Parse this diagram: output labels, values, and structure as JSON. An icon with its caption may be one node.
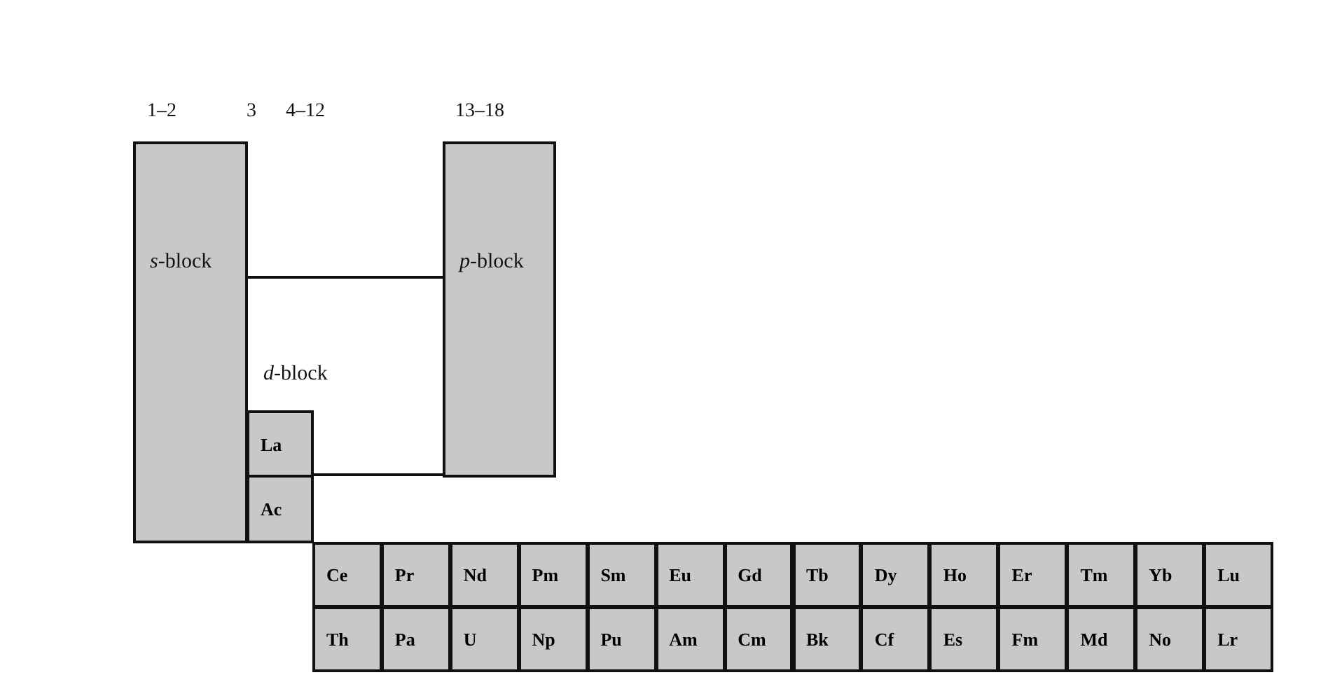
{
  "diagram": {
    "nodes": [
      {
        "text": [
          "*s*-block"
        ]
      },
      {
        "text": [
          "*p*-block"
        ]
      },
      {
        "text": [
          "*d*-block"
        ]
      },
      {
        "text": [
          "La"
        ],
        "in": 2
      },
      {
        "text": [
          "Ac"
        ]
      },
      {
        "text": [
          "Ce"
        ]
      },
      {
        "text": [
          "Pr"
        ]
      },
      {
        "text": [
          "Nd"
        ]
      },
      {
        "text": [
          "Pm"
        ]
      },
      {
        "text": [
          "Sm"
        ]
      },
      {
        "text": [
          "Eu"
        ]
      },
      {
        "text": [
          "Gd"
        ]
      },
      {
        "text": [
          "Tb"
        ]
      },
      {
        "text": [
          "Dy"
        ]
      },
      {
        "text": [
          "Ho"
        ]
      },
      {
        "text": [
          "Er"
        ]
      },
      {
        "text": [
          "Tm"
        ]
      },
      {
        "text": [
          "Yb"
        ]
      },
      {
        "text": [
          "Lu"
        ]
      },
      {
        "text": [
          "Th"
        ]
      },
      {
        "text": [
          "Pa"
        ]
      },
      {
        "text": [
          "U"
        ]
      },
      {
        "text": [
          "Np"
        ]
      },
      {
        "text": [
          "Pu"
        ]
      },
      {
        "text": [
          "Am"
        ]
      },
      {
        "text": [
          "Cm"
        ]
      },
      {
        "text": [
          "Bk"
        ]
      },
      {
        "text": [
          "Cf"
        ]
      },
      {
        "text": [
          "Es"
        ]
      },
      {
        "text": [
          "Fm"
        ]
      },
      {
        "text": [
          "Md"
        ]
      },
      {
        "text": [
          "No"
        ]
      },
      {
        "text": [
          "Lr"
        ]
      }
    ],
    "edges": [],
    "labels": [
      "1–2",
      "3",
      "4–12",
      "13–18"
    ]
  }
}
